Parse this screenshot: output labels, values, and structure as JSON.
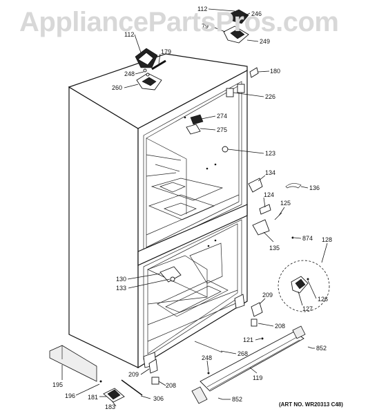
{
  "watermark": "AppliancePartsPros.com",
  "art_number": "(ART NO. WR20313 C48)",
  "callouts": [
    {
      "id": "c112a",
      "text": "112"
    },
    {
      "id": "c246",
      "text": "246"
    },
    {
      "id": "c79",
      "text": "79"
    },
    {
      "id": "c249",
      "text": "249"
    },
    {
      "id": "c112b",
      "text": "112"
    },
    {
      "id": "c179",
      "text": "179"
    },
    {
      "id": "c248a",
      "text": "248"
    },
    {
      "id": "c260",
      "text": "260"
    },
    {
      "id": "c180",
      "text": "180"
    },
    {
      "id": "c226",
      "text": "226"
    },
    {
      "id": "c274",
      "text": "274"
    },
    {
      "id": "c275",
      "text": "275"
    },
    {
      "id": "c123",
      "text": "123"
    },
    {
      "id": "c134",
      "text": "134"
    },
    {
      "id": "c136",
      "text": "136"
    },
    {
      "id": "c124",
      "text": "124"
    },
    {
      "id": "c125",
      "text": "125"
    },
    {
      "id": "c874",
      "text": "874"
    },
    {
      "id": "c135",
      "text": "135"
    },
    {
      "id": "c128",
      "text": "128"
    },
    {
      "id": "c130",
      "text": "130"
    },
    {
      "id": "c133",
      "text": "133"
    },
    {
      "id": "c209a",
      "text": "209"
    },
    {
      "id": "c126",
      "text": "126"
    },
    {
      "id": "c127",
      "text": "127"
    },
    {
      "id": "c208a",
      "text": "208"
    },
    {
      "id": "c121",
      "text": "121"
    },
    {
      "id": "c852a",
      "text": "852"
    },
    {
      "id": "c268",
      "text": "268"
    },
    {
      "id": "c248b",
      "text": "248"
    },
    {
      "id": "c119",
      "text": "119"
    },
    {
      "id": "c195",
      "text": "195"
    },
    {
      "id": "c209b",
      "text": "209"
    },
    {
      "id": "c208b",
      "text": "208"
    },
    {
      "id": "c196",
      "text": "196"
    },
    {
      "id": "c181",
      "text": "181"
    },
    {
      "id": "c306",
      "text": "306"
    },
    {
      "id": "c183",
      "text": "183"
    },
    {
      "id": "c852b",
      "text": "852"
    }
  ]
}
